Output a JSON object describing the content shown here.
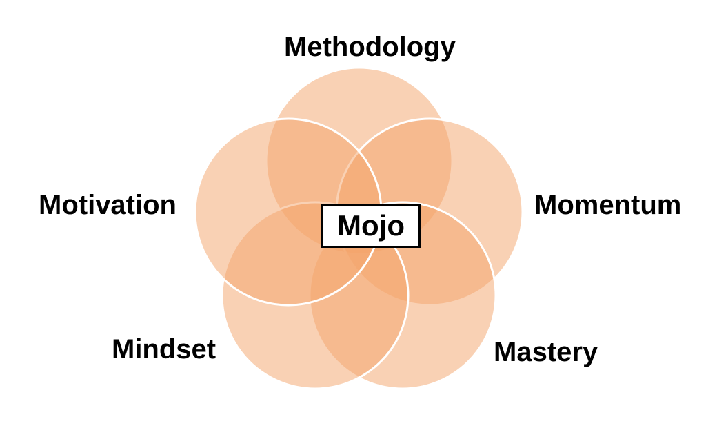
{
  "diagram": {
    "center": "Mojo",
    "petals": [
      {
        "id": "methodology",
        "label": "Methodology"
      },
      {
        "id": "momentum",
        "label": "Momentum"
      },
      {
        "id": "mastery",
        "label": "Mastery"
      },
      {
        "id": "mindset",
        "label": "Mindset"
      },
      {
        "id": "motivation",
        "label": "Motivation"
      }
    ],
    "colors": {
      "petal_fill": "#f4a46a",
      "petal_outline": "#ffffff",
      "center_box_border": "#000000",
      "text": "#000000"
    }
  }
}
